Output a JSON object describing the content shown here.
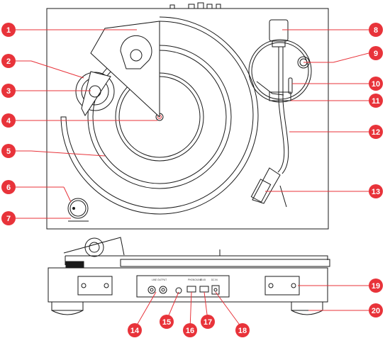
{
  "callouts": [
    "1",
    "2",
    "3",
    "4",
    "5",
    "6",
    "7",
    "8",
    "9",
    "10",
    "11",
    "12",
    "13",
    "14",
    "15",
    "16",
    "17",
    "18",
    "19",
    "20"
  ],
  "panel_text": {
    "line_out": "LINE OUTPUT",
    "phono": "PHONO/LINE",
    "speed": "33 45",
    "dc_in": "DC IN"
  },
  "colors": {
    "callout": "#e8333a",
    "line": "#1a1a1a"
  }
}
